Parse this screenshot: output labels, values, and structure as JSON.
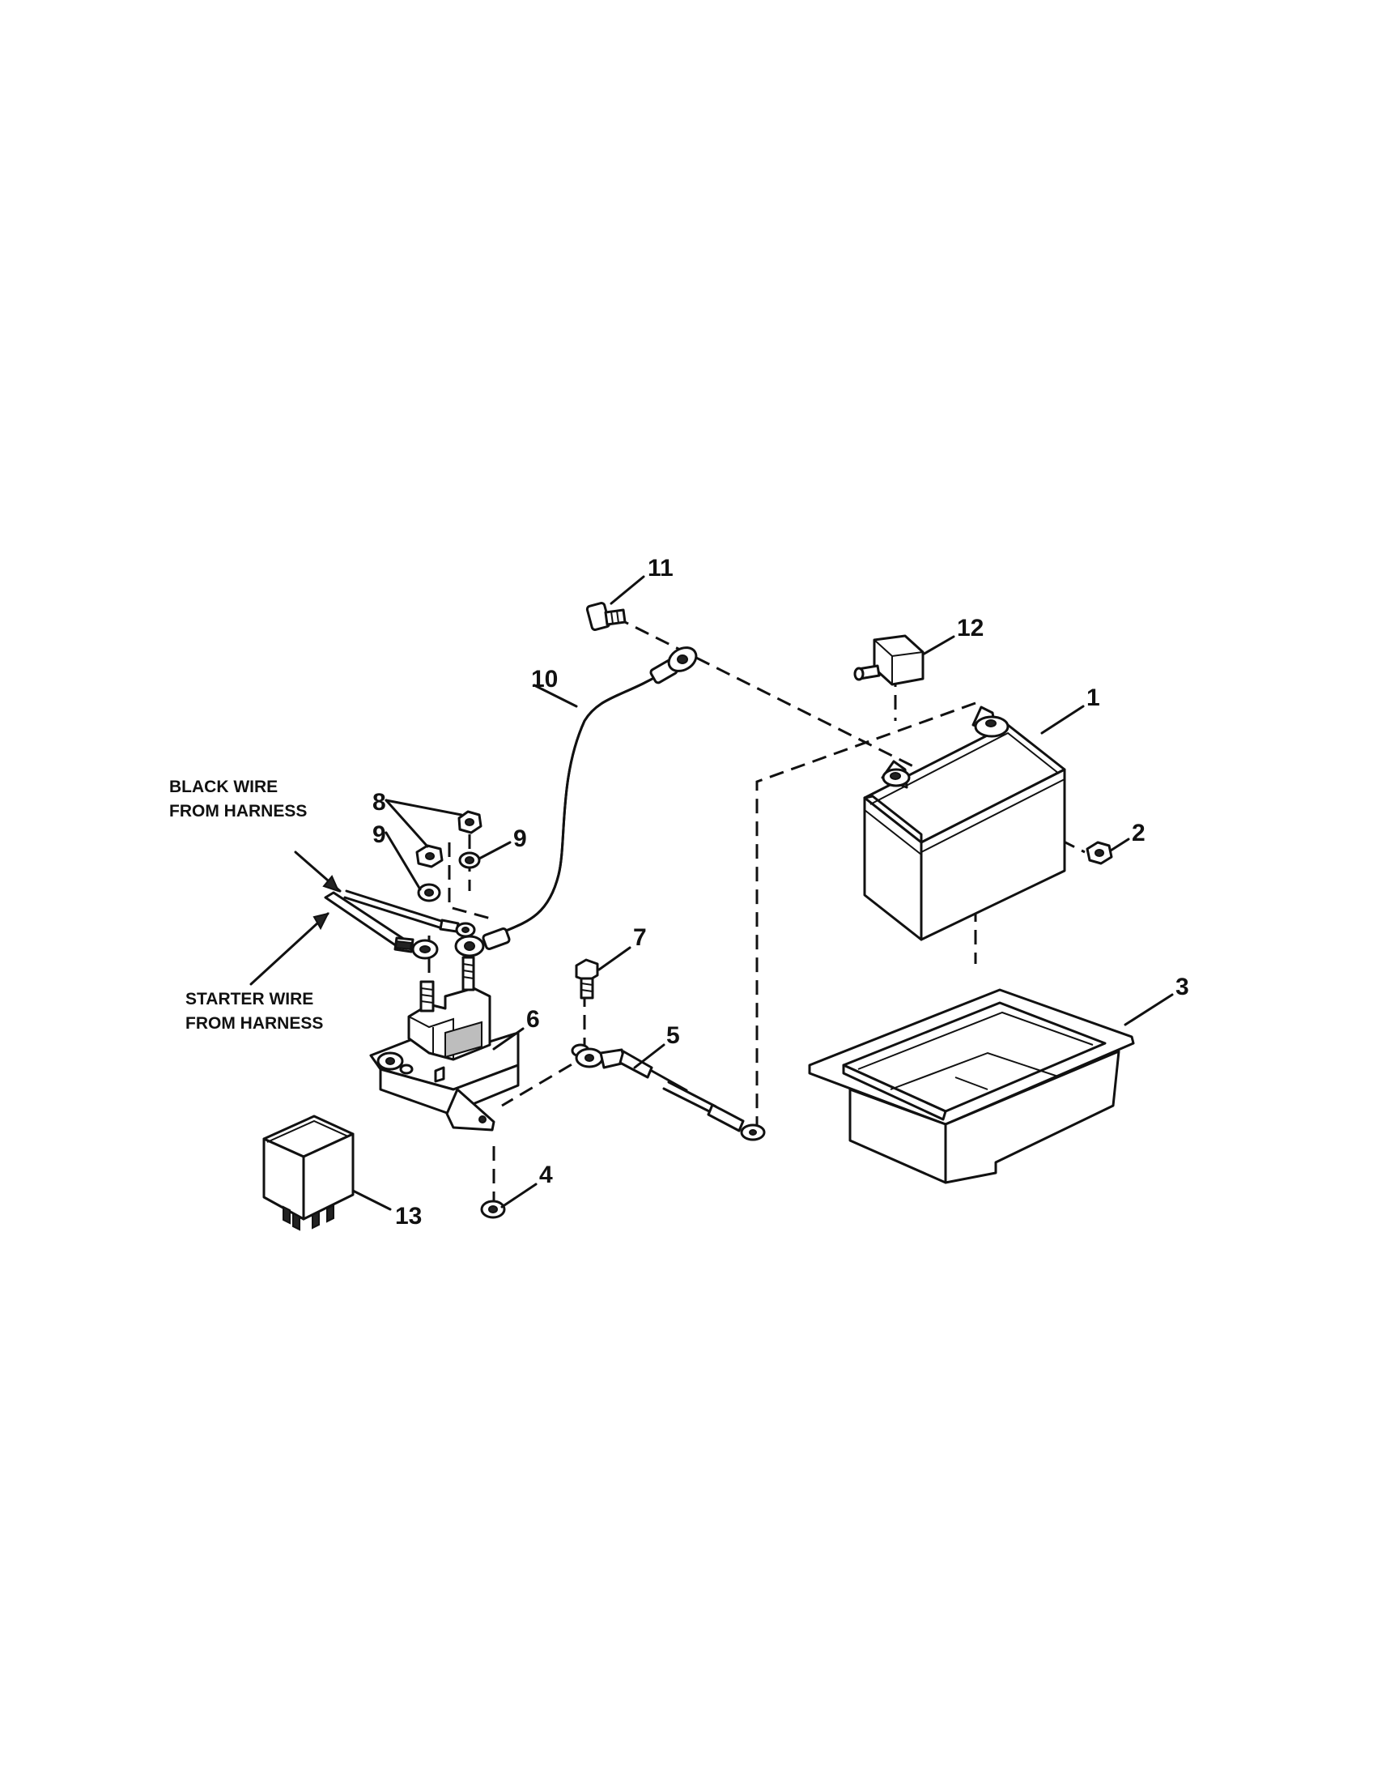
{
  "callouts": {
    "black_wire": [
      "BLACK WIRE",
      "FROM HARNESS"
    ],
    "starter_wire": [
      "STARTER WIRE",
      "FROM HARNESS"
    ]
  },
  "part_numbers": {
    "battery": "1",
    "hex_nut": "2",
    "battery_tray": "3",
    "lock_washer_bottom": "4",
    "ground_cable": "5",
    "solenoid": "6",
    "screw": "7",
    "terminal_nut_left": "8",
    "washer_left": "9",
    "washer_right": "9",
    "battery_cable": "10",
    "bolt": "11",
    "terminal_boot": "12",
    "relay": "13"
  }
}
